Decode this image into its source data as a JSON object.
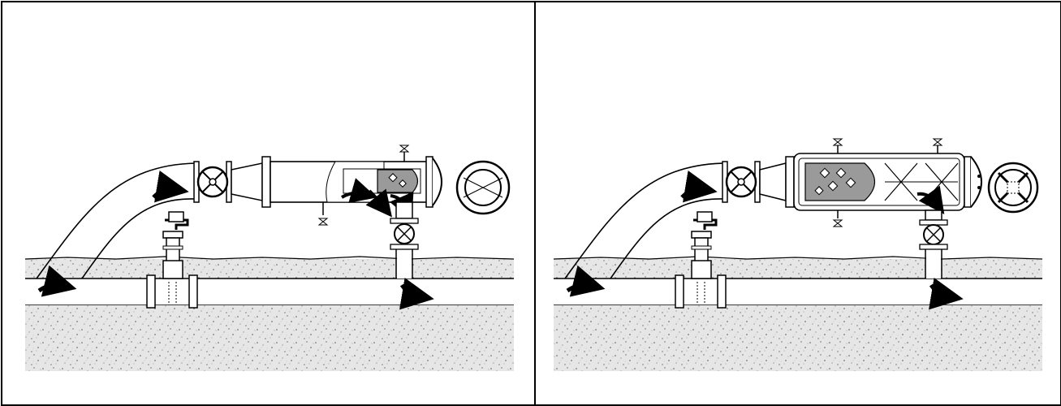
{
  "figure": {
    "panels": [
      {
        "id": "left",
        "state": "pig-launch"
      },
      {
        "id": "right",
        "state": "pig-loaded"
      }
    ],
    "colors": {
      "line": "#000000",
      "soil": "#e3e3e3",
      "pig": "#9a9a9a",
      "background": "#ffffff"
    },
    "icons": [
      "flow-arrow-icon",
      "gate-valve-icon",
      "ball-valve-icon",
      "closure-door-icon",
      "bleed-valve-icon",
      "pig-icon"
    ]
  }
}
